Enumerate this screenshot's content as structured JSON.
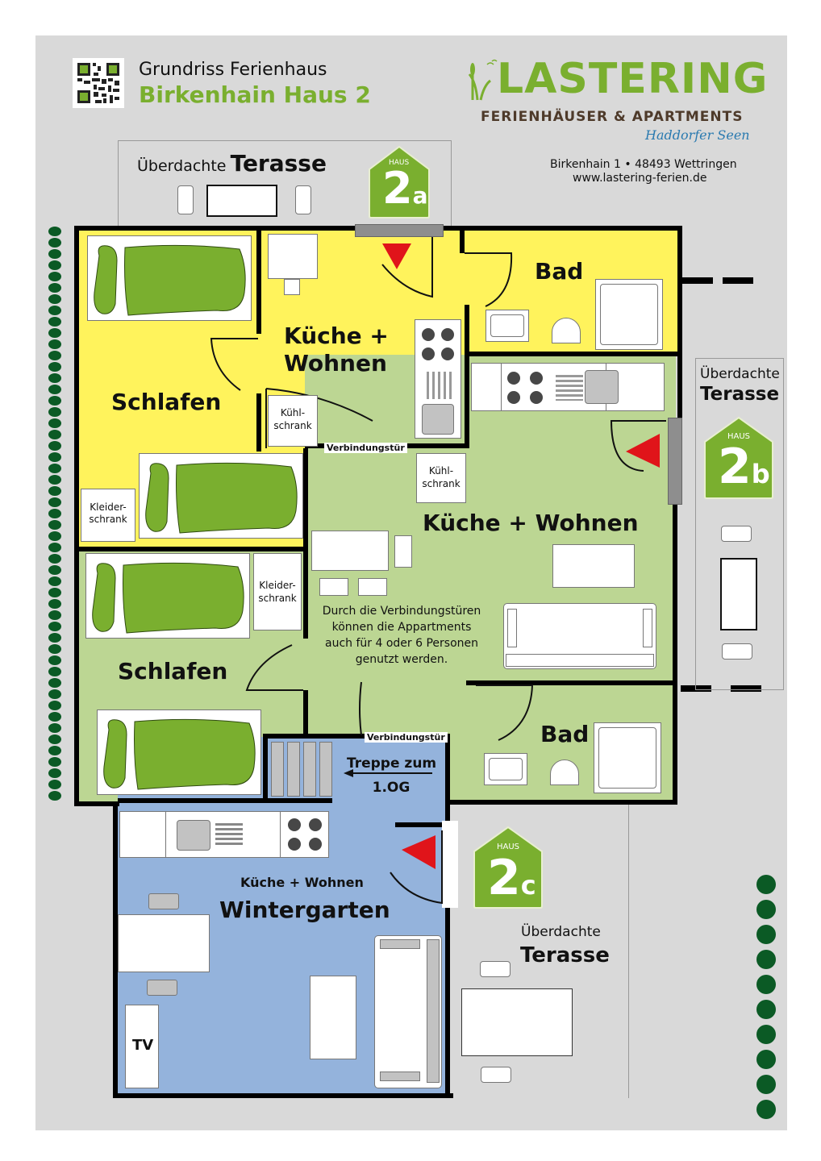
{
  "header": {
    "title_line1": "Grundriss Ferienhaus",
    "title_line2": "Birkenhain Haus 2",
    "qr_code": "qr-code-icon"
  },
  "brand": {
    "logo_text": "LASTERING",
    "subtitle": "FERIENHÄUSER & APARTMENTS",
    "script": "Haddorfer Seen",
    "address": "Birkenhain 1 • 48493 Wettringen",
    "website": "www.lastering-ferien.de",
    "colors": {
      "green": "#7aaf2f",
      "brown": "#4e3a2a",
      "blue_script": "#2a7ab0"
    }
  },
  "terraces": {
    "top": {
      "small": "Überdachte",
      "large": "Terasse"
    },
    "right": {
      "small": "Überdachte",
      "large": "Terasse"
    },
    "bottom": {
      "small": "Überdachte",
      "large": "Terasse"
    }
  },
  "houses": [
    {
      "id": "2a",
      "haus": "HAUS",
      "number": "2",
      "letter": "a",
      "color": "#7aaf2f"
    },
    {
      "id": "2b",
      "haus": "HAUS",
      "number": "2",
      "letter": "b",
      "color": "#7aaf2f"
    },
    {
      "id": "2c",
      "haus": "HAUS",
      "number": "2",
      "letter": "c",
      "color": "#7aaf2f"
    }
  ],
  "apartment_2a": {
    "color": "#fff35c",
    "rooms": {
      "kitchen_line1": "Küche +",
      "kitchen_line2": "Wohnen",
      "bedroom": "Schlafen",
      "bath": "Bad",
      "fridge_line1": "Kühl-",
      "fridge_line2": "schrank",
      "wardrobe_line1": "Kleider-",
      "wardrobe_line2": "schrank"
    }
  },
  "apartment_2b": {
    "color": "#bcd693",
    "rooms": {
      "kitchen": "Küche + Wohnen",
      "bedroom": "Schlafen",
      "bath": "Bad",
      "fridge_line1": "Kühl-",
      "fridge_line2": "schrank",
      "wardrobe_line1": "Kleider-",
      "wardrobe_line2": "schrank"
    },
    "note_lines": [
      "Durch die Verbindungstüren",
      "können die Appartments",
      "auch für 4 oder 6 Personen",
      "genutzt werden."
    ]
  },
  "apartment_2c": {
    "color": "#94b3dc",
    "rooms": {
      "kitchen": "Küche + Wohnen",
      "name": "Wintergarten",
      "stairs_line1": "Treppe zum",
      "stairs_line2": "1.OG",
      "tv": "TV"
    }
  },
  "connecting_doors": [
    "Verbindungstür",
    "Verbindungstür"
  ],
  "legend": {
    "entrance_marker_color": "#e0141a",
    "wall_color": "#000000",
    "hedge_color": "#0b5a25",
    "background": "#d9d9d9"
  }
}
